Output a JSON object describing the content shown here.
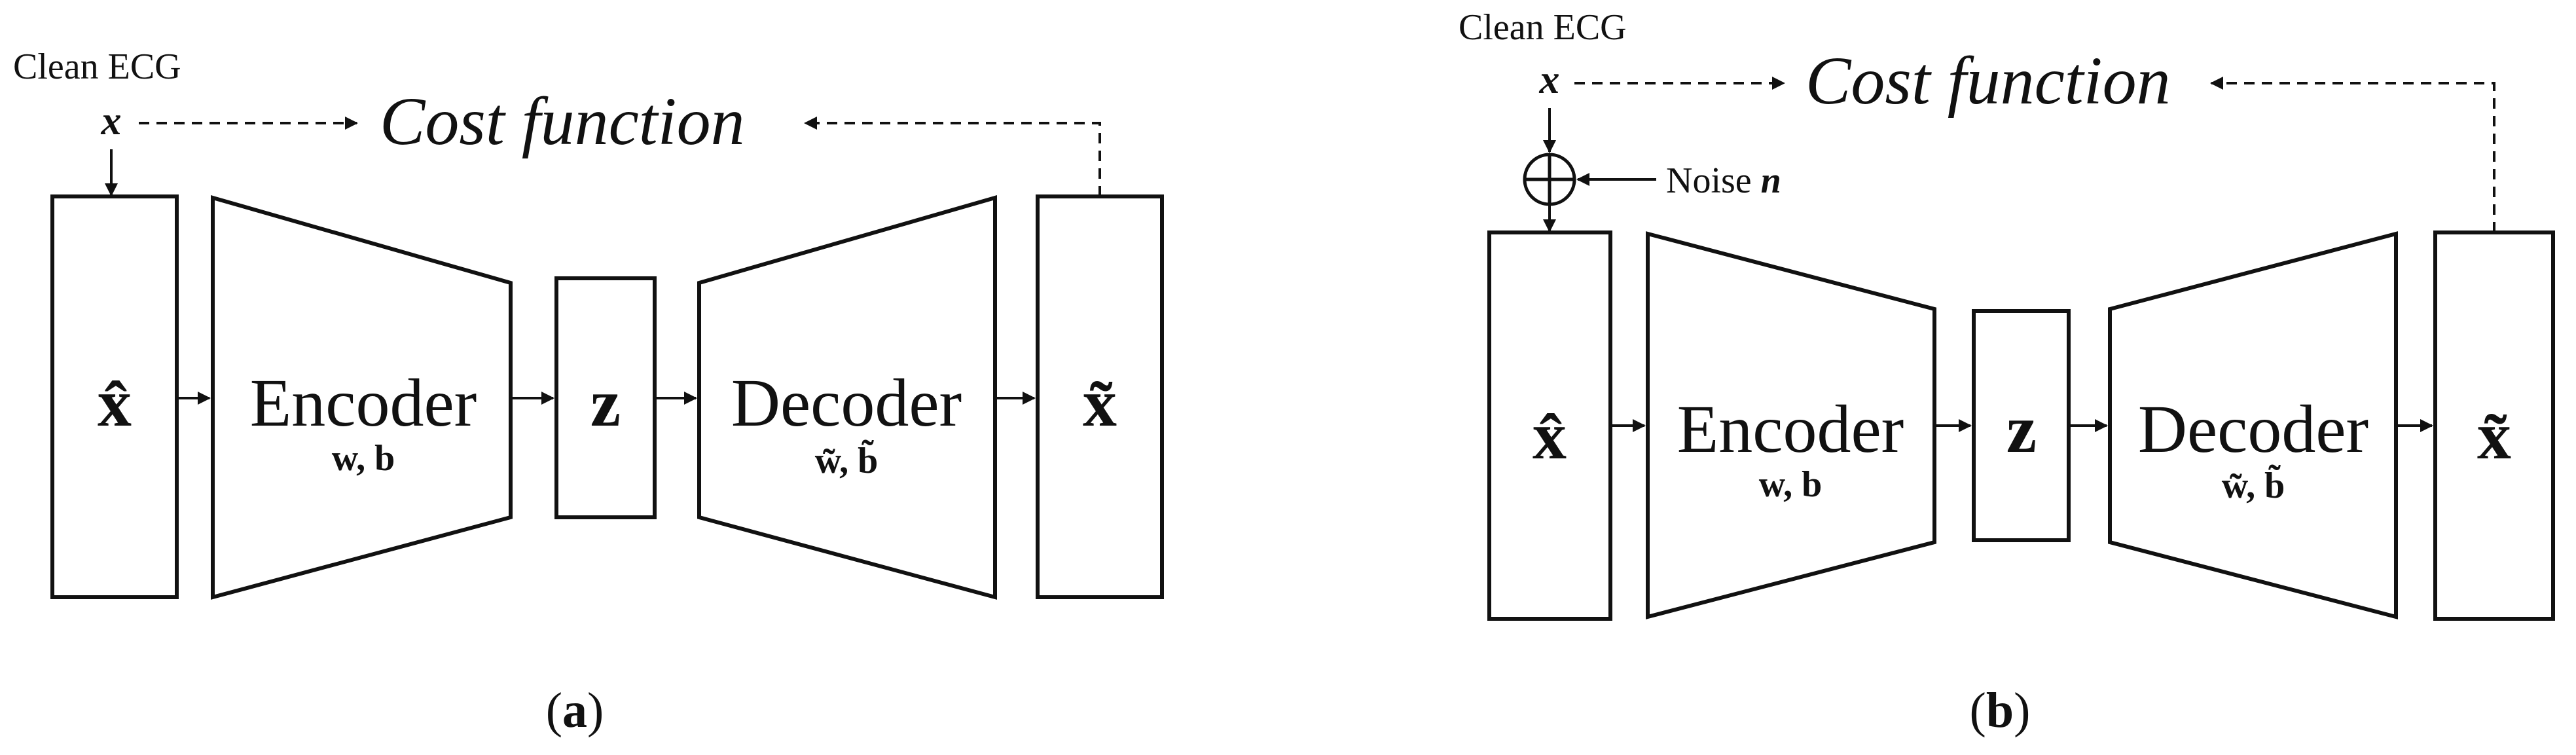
{
  "panel_a": {
    "clean_ecg_label": "Clean ECG",
    "x_symbol": "x",
    "cost_label": "Cost function",
    "input_symbol": "x̂",
    "encoder_label": "Encoder",
    "encoder_params": "w, b",
    "latent_symbol": "z",
    "decoder_label": "Decoder",
    "decoder_params": "w̃, b̃",
    "output_symbol": "x̃",
    "caption_letter": "a"
  },
  "panel_b": {
    "clean_ecg_label": "Clean ECG",
    "x_symbol": "x",
    "cost_label": "Cost function",
    "noise_label": "Noise",
    "noise_symbol": "n",
    "input_symbol": "x̂",
    "encoder_label": "Encoder",
    "encoder_params": "w, b",
    "latent_symbol": "z",
    "decoder_label": "Decoder",
    "decoder_params": "w̃, b̃",
    "output_symbol": "x̃",
    "caption_letter": "b"
  }
}
